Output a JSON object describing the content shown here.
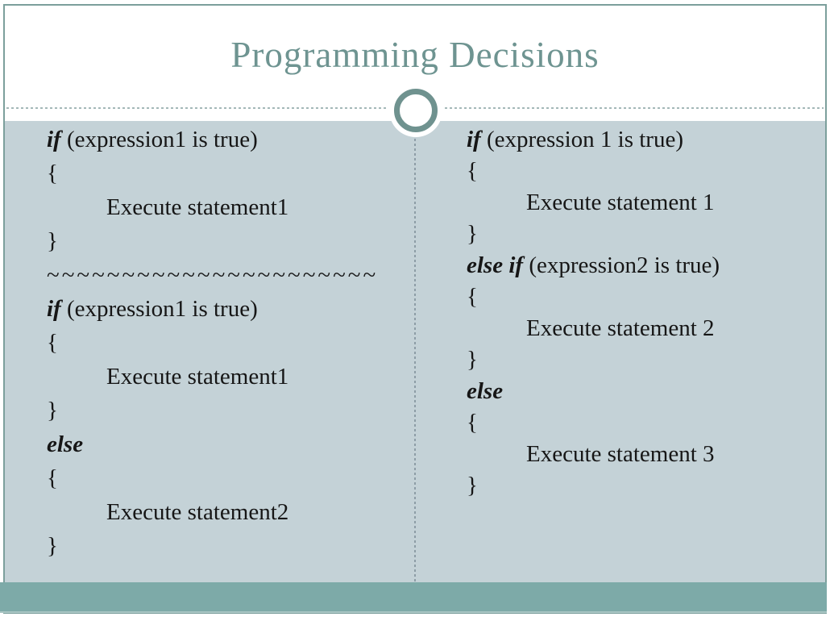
{
  "slide_title": "Programming Decisions",
  "columns": {
    "left": {
      "lines": [
        {
          "kw": "if",
          "rest": " (expression1 is true)",
          "indent": false,
          "tilde": false
        },
        {
          "kw": "",
          "rest": "{",
          "indent": false,
          "tilde": false
        },
        {
          "kw": "",
          "rest": "Execute statement1",
          "indent": true,
          "tilde": false
        },
        {
          "kw": "",
          "rest": "}",
          "indent": false,
          "tilde": false
        },
        {
          "kw": "",
          "rest": "~~~~~~~~~~~~~~~~~~~~~~",
          "indent": false,
          "tilde": true
        },
        {
          "kw": "if",
          "rest": " (expression1 is true)",
          "indent": false,
          "tilde": false
        },
        {
          "kw": "",
          "rest": "{",
          "indent": false,
          "tilde": false
        },
        {
          "kw": "",
          "rest": "Execute statement1",
          "indent": true,
          "tilde": false
        },
        {
          "kw": "",
          "rest": "}",
          "indent": false,
          "tilde": false
        },
        {
          "kw": "else",
          "rest": "",
          "indent": false,
          "tilde": false
        },
        {
          "kw": "",
          "rest": "{",
          "indent": false,
          "tilde": false
        },
        {
          "kw": "",
          "rest": "Execute statement2",
          "indent": true,
          "tilde": false
        },
        {
          "kw": "",
          "rest": "}",
          "indent": false,
          "tilde": false
        }
      ]
    },
    "right": {
      "lines": [
        {
          "kw": "if",
          "rest": " (expression 1 is true)",
          "indent": false,
          "tilde": false
        },
        {
          "kw": "",
          "rest": "{",
          "indent": false,
          "tilde": false
        },
        {
          "kw": "",
          "rest": "Execute statement 1",
          "indent": true,
          "tilde": false
        },
        {
          "kw": "",
          "rest": "}",
          "indent": false,
          "tilde": false
        },
        {
          "kw": "else if",
          "rest": " (expression2 is true)",
          "indent": false,
          "tilde": false
        },
        {
          "kw": "",
          "rest": "{",
          "indent": false,
          "tilde": false
        },
        {
          "kw": "",
          "rest": "Execute statement 2",
          "indent": true,
          "tilde": false
        },
        {
          "kw": "",
          "rest": "}",
          "indent": false,
          "tilde": false
        },
        {
          "kw": "else",
          "rest": "",
          "indent": false,
          "tilde": false
        },
        {
          "kw": "",
          "rest": "{",
          "indent": false,
          "tilde": false
        },
        {
          "kw": "",
          "rest": "Execute statement 3",
          "indent": true,
          "tilde": false
        },
        {
          "kw": "",
          "rest": "}",
          "indent": false,
          "tilde": false
        }
      ]
    }
  },
  "colors": {
    "accent_teal": "#6f928f",
    "border_teal": "#7c9f9c",
    "title_teal": "#6e9491",
    "band_background": "#c4d2d7",
    "footer_teal": "#7daaa8",
    "rule_dots": "#a4b8b8",
    "code_text": "#161616"
  }
}
